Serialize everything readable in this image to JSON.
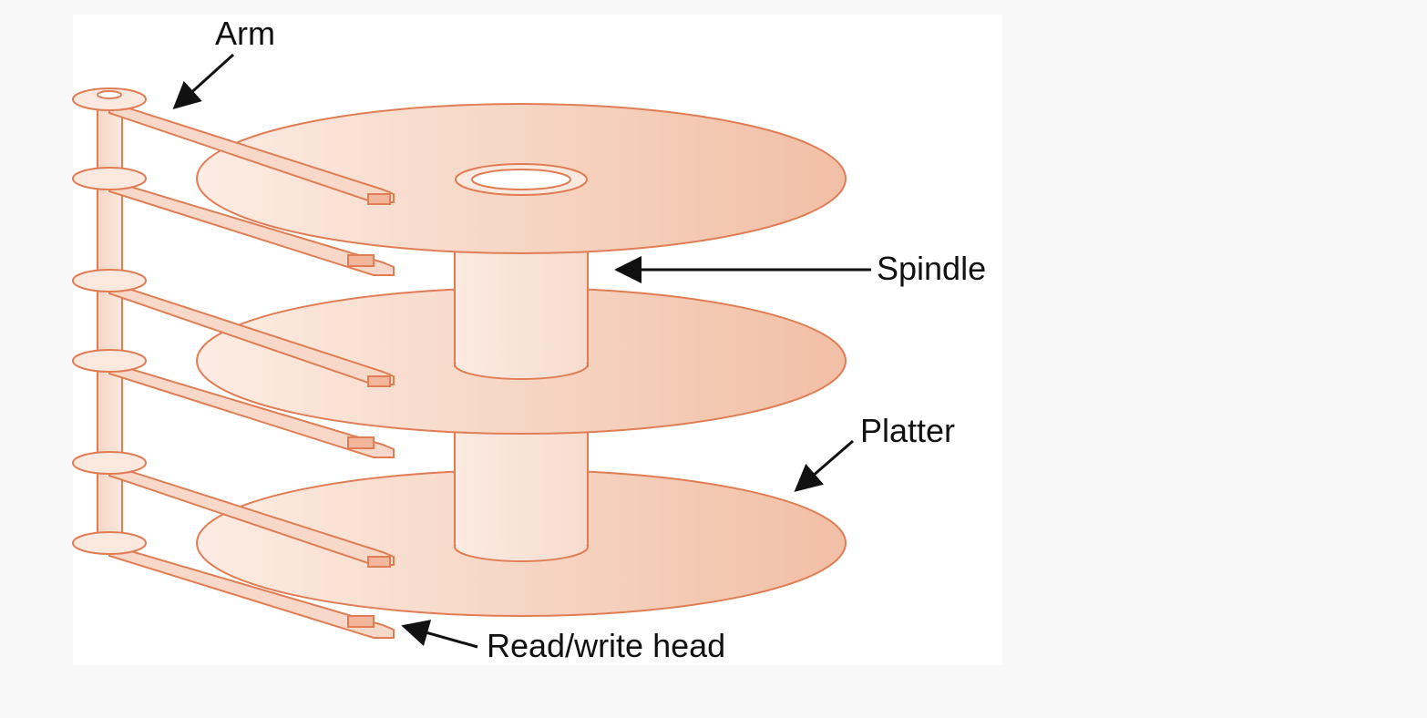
{
  "diagram": {
    "labels": {
      "arm": "Arm",
      "spindle": "Spindle",
      "platter": "Platter",
      "head": "Read/write head"
    },
    "colors": {
      "background": "#f8f8f8",
      "panel": "#ffffff",
      "fill_light": "#fbe8de",
      "fill_dark": "#f0b89e",
      "outline": "#e07d55",
      "arrow": "#111111"
    }
  }
}
